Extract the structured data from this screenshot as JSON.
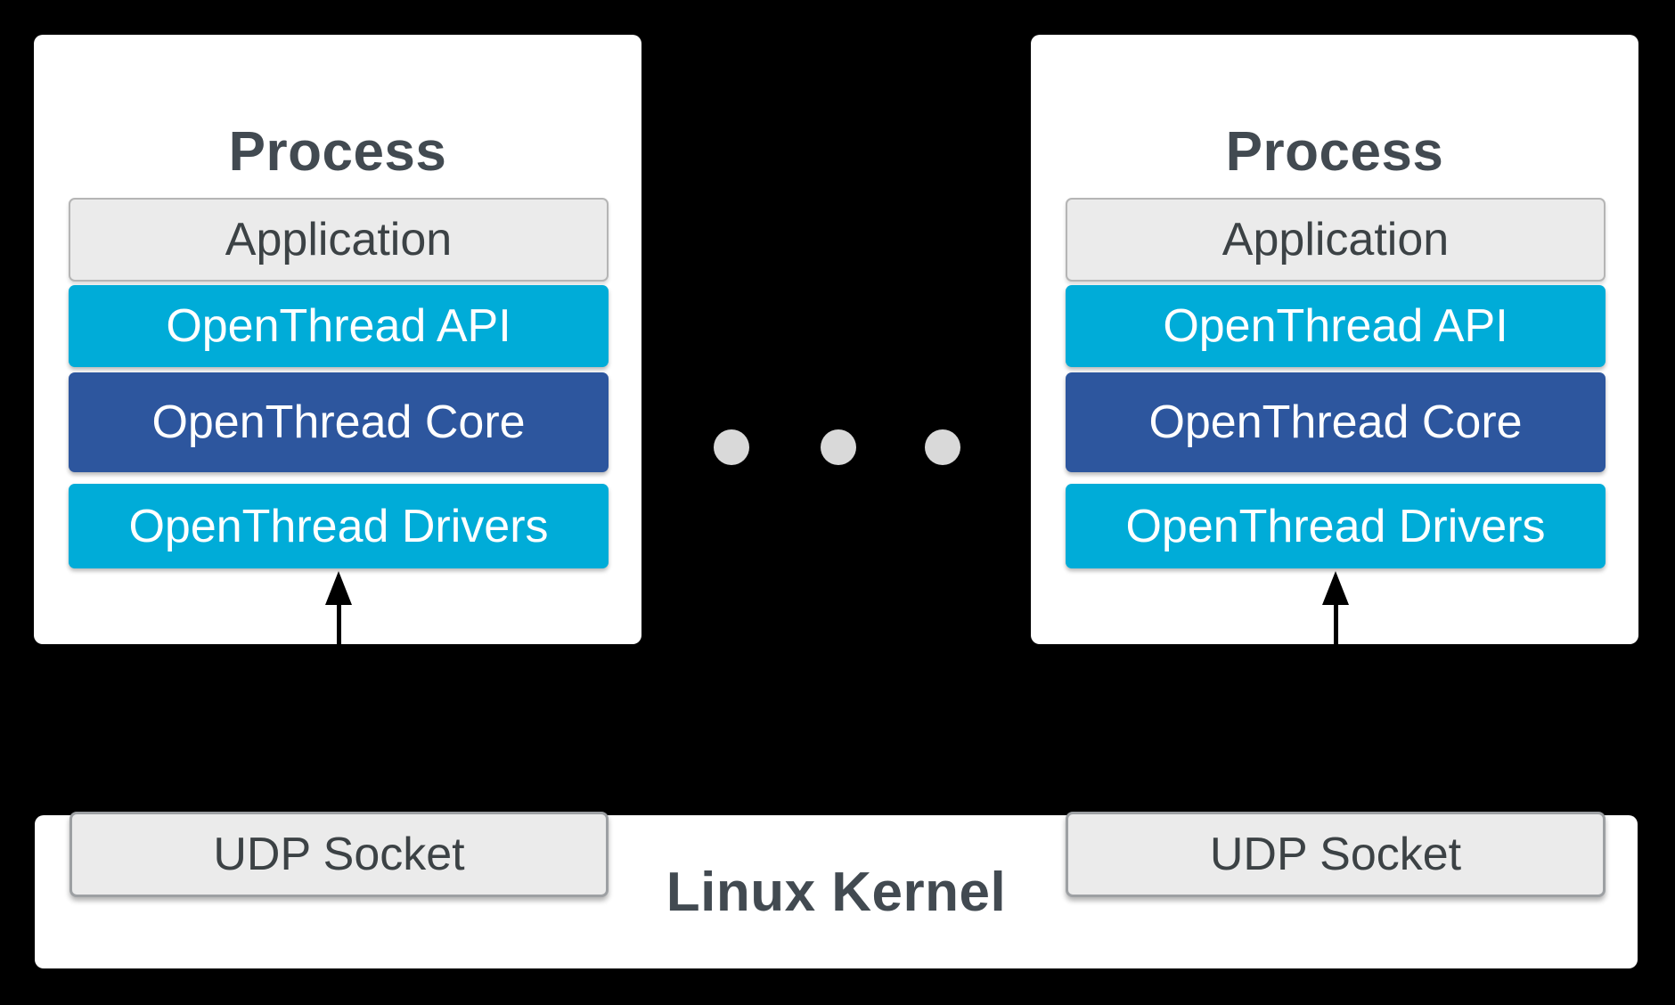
{
  "colors": {
    "background": "#000000",
    "card": "#ffffff",
    "cyan": "#00acd8",
    "blue": "#2d569e",
    "gray_box": "#ebebeb",
    "gray_box_border": "#9da0a3",
    "title_text": "#424a51",
    "box_text": "#3c4245",
    "layer_text_on_color": "#ffffff",
    "dot": "#d9d9d9",
    "arrow": "#000000"
  },
  "processes": [
    {
      "title": "Process",
      "layers": [
        {
          "label": "Application",
          "style": "gray"
        },
        {
          "label": "OpenThread API",
          "style": "cyan"
        },
        {
          "label": "OpenThread Core",
          "style": "blue"
        },
        {
          "label": "OpenThread Drivers",
          "style": "cyan"
        }
      ]
    },
    {
      "title": "Process",
      "layers": [
        {
          "label": "Application",
          "style": "gray"
        },
        {
          "label": "OpenThread API",
          "style": "cyan"
        },
        {
          "label": "OpenThread Core",
          "style": "blue"
        },
        {
          "label": "OpenThread Drivers",
          "style": "cyan"
        }
      ]
    }
  ],
  "ellipsis": {
    "dot_count": 3
  },
  "kernel": {
    "title": "Linux Kernel",
    "sockets": [
      {
        "label": "UDP Socket"
      },
      {
        "label": "UDP Socket"
      }
    ]
  }
}
